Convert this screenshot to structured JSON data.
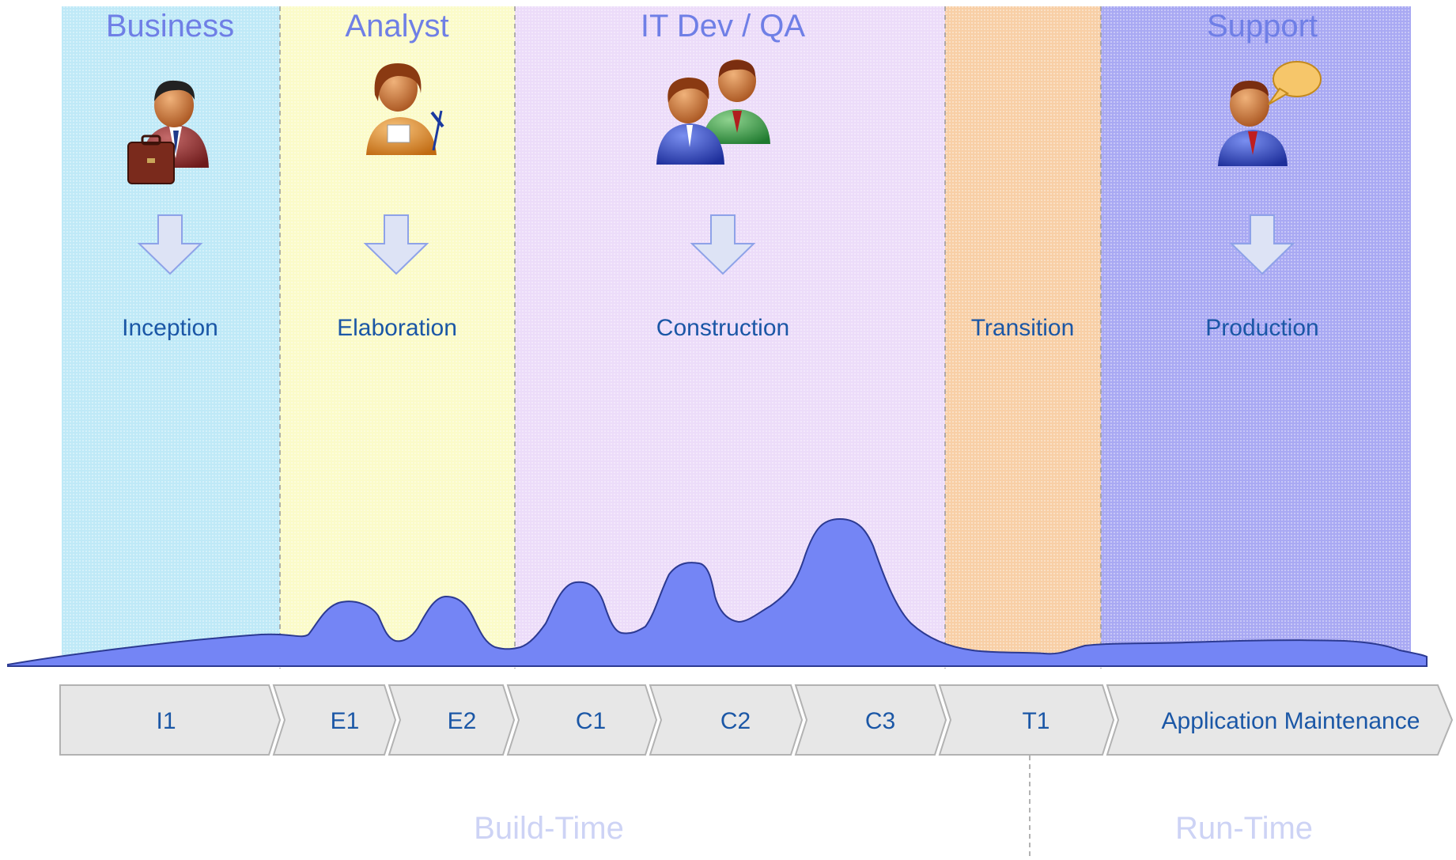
{
  "colors": {
    "business_band": "#bfe9f7",
    "analyst_band": "#fbfbc9",
    "itdev_band": "#ecdcf9",
    "transition_band": "#f8cfa6",
    "support_band": "#a9a9f3",
    "curve_fill": "#7485f5",
    "curve_stroke": "#2c3a92",
    "chevron_fill": "#e7e7e7",
    "chevron_stroke": "#b2b2b2",
    "role_title": "#6f7fe6",
    "phase_text": "#1b57a6",
    "time_text": "#cdd3f5",
    "down_arrow_fill": "#dde3f5",
    "down_arrow_stroke": "#8ea2e8"
  },
  "roles": [
    {
      "title": "Business",
      "phase": "Inception",
      "icon": "businessman-briefcase-icon"
    },
    {
      "title": "Analyst",
      "phase": "Elaboration",
      "icon": "analyst-writing-icon"
    },
    {
      "title": "IT Dev / QA",
      "phase": "Construction",
      "icon": "developer-pair-icon"
    },
    {
      "title": "",
      "phase": "Transition",
      "icon": ""
    },
    {
      "title": "Support",
      "phase": "Production",
      "icon": "support-speech-bubble-icon"
    }
  ],
  "iterations": [
    "I1",
    "E1",
    "E2",
    "C1",
    "C2",
    "C3",
    "T1",
    "Application Maintenance"
  ],
  "time_labels": {
    "build": "Build-Time",
    "run": "Run-Time"
  }
}
